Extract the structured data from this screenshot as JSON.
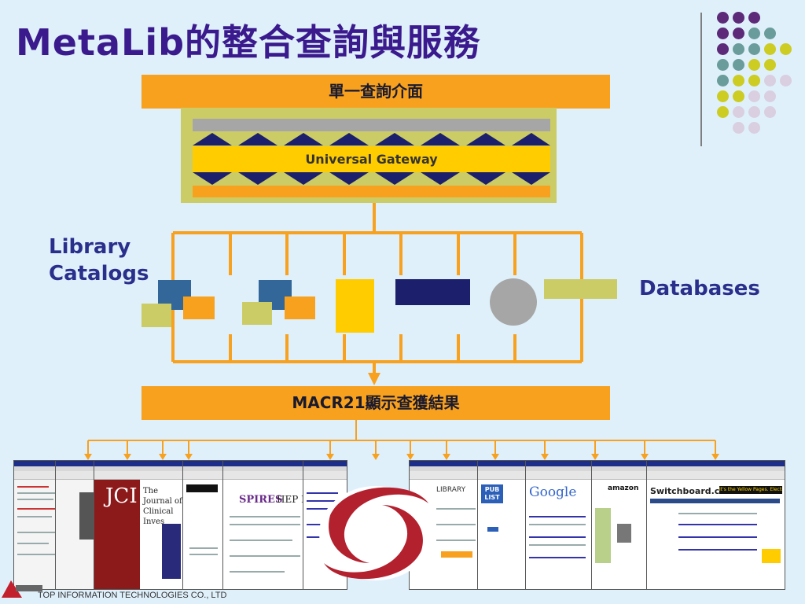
{
  "title": "MetaLib的整合查詢與服務",
  "top_bar_label": "單一查詢介面",
  "gateway_label": "Universal Gateway",
  "left_label_line1": "Library",
  "left_label_line2": "Catalogs",
  "right_label": "Databases",
  "bottom_bar_label": "MACR21顯示查獲結果",
  "footer": "TOP INFORMATION TECHNOLOGIES CO., LTD",
  "thumbnails": {
    "spires_label": "SPIRES",
    "spires_sub": "HEP Data",
    "jci_label": "JCI",
    "jci_sub": "The Journal of Clinical Inves",
    "library_label": "LIBRARY",
    "publist_label": "PUB LIST",
    "google_label": "Google",
    "amazon_label": "amazon",
    "switchboard_label": "Switchboard.com",
    "switchboard_sub": "It's the Yellow Pages. Electrified"
  },
  "colors": {
    "background": "#dff0fb",
    "title": "#3a1a8c",
    "orange": "#f7a11f",
    "gold": "#ffcc00",
    "olive": "#cccc66",
    "steel_blue": "#336699",
    "navy": "#1c1f6b",
    "gray": "#a6a6a6",
    "green_yellow": "#cccc66",
    "label_blue": "#2b2f8c"
  }
}
